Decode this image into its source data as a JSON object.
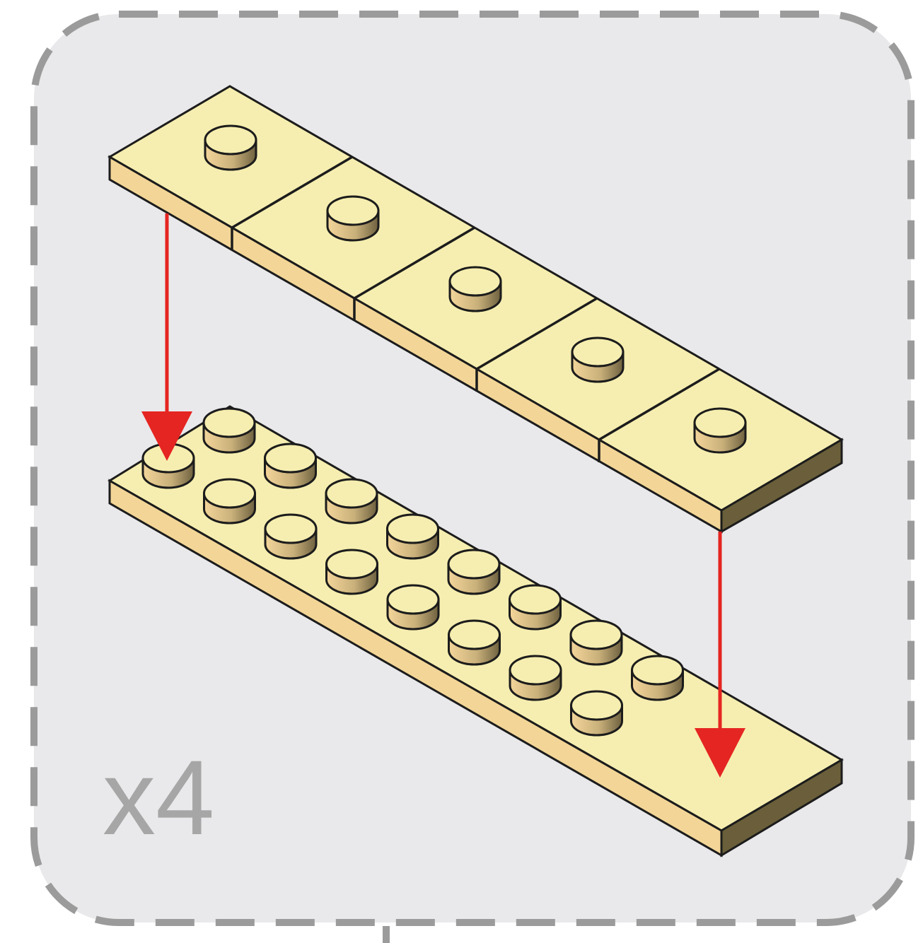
{
  "step": {
    "quantity_label": "x4"
  },
  "parts": [
    {
      "name": "tile-1x5",
      "studs": 5
    },
    {
      "name": "plate-2x8",
      "studs": 16
    }
  ],
  "colors": {
    "panel_background": "#e9e9eb",
    "panel_border": "#9b9b9b",
    "brick_top": "#f6eeb0",
    "brick_side_light": "#f3d697",
    "brick_side_dark": "#6a5f3a",
    "outline": "#1c1c1c",
    "arrow": "#e52521"
  }
}
